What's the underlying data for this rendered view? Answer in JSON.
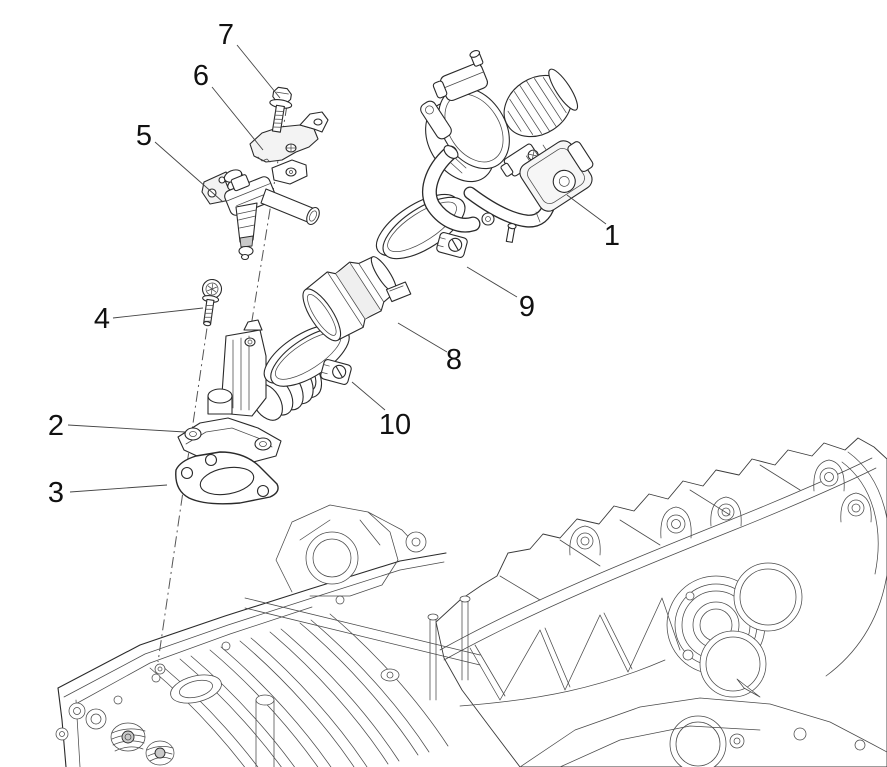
{
  "diagram": {
    "background_color": "#ffffff",
    "line_color": "#2a2a2a",
    "leader_color": "#454545",
    "label_color": "#111111",
    "callouts": [
      {
        "label": "1"
      },
      {
        "label": "2"
      },
      {
        "label": "3"
      },
      {
        "label": "4"
      },
      {
        "label": "5"
      },
      {
        "label": "6"
      },
      {
        "label": "7"
      },
      {
        "label": "8"
      },
      {
        "label": "9"
      },
      {
        "label": "10"
      }
    ]
  }
}
